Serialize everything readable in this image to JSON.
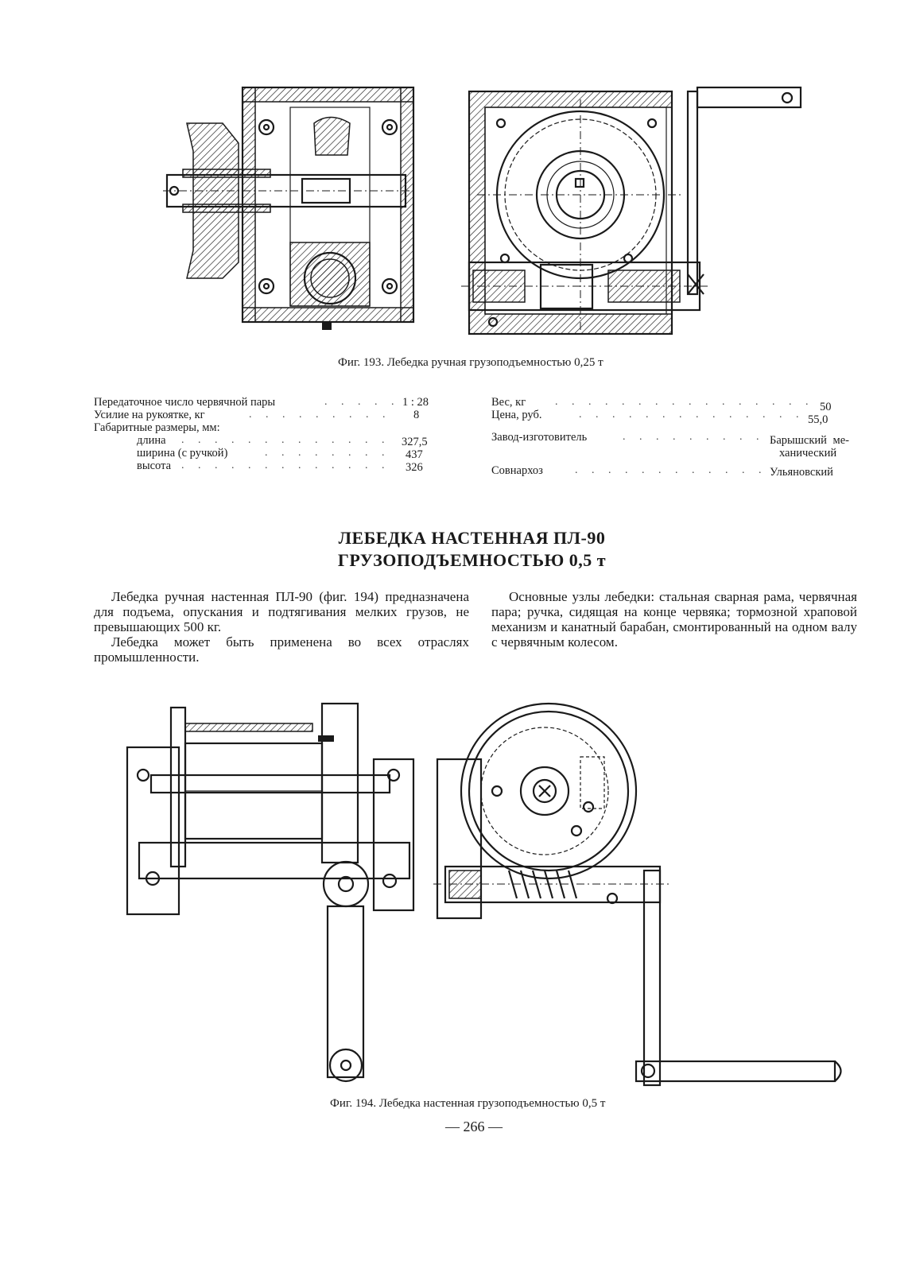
{
  "fig193": {
    "caption": "Фиг. 193. Лебедка ручная грузоподъемностью 0,25 т"
  },
  "specs": {
    "left": [
      {
        "label": "Передаточное число червячной пары",
        "value": "1 : 28"
      },
      {
        "label": "Усилие на рукоятке, кг",
        "value": "8"
      },
      {
        "label": "Габаритные размеры, мм:",
        "value": ""
      },
      {
        "label": "длина",
        "value": "327,5"
      },
      {
        "label": "ширина (с ручкой)",
        "value": "437"
      },
      {
        "label": "высота",
        "value": "326"
      }
    ],
    "right": [
      {
        "label": "Вес, кг",
        "value": "50"
      },
      {
        "label": "Цена, руб.",
        "value": "55,0"
      },
      {
        "label": "Завод-изготовитель",
        "value": "Барышский ме-",
        "value2": "ханический"
      },
      {
        "label": "Совнархоз",
        "value": "Ульяновский"
      }
    ]
  },
  "heading": {
    "line1": "ЛЕБЕДКА НАСТЕННАЯ ПЛ-90",
    "line2": "ГРУЗОПОДЪЕМНОСТЬЮ 0,5 т"
  },
  "body": {
    "left_p1": "Лебедка ручная настенная ПЛ-90 (фиг. 194) предназначена для подъема, опускания и подтягивания мелких грузов, не превышающих 500 кг.",
    "left_p2": "Лебедка может быть применена во всех отраслях промышленности.",
    "right_p1": "Основные узлы лебедки: стальная сварная рама, червячная пара; ручка, сидящая на конце червяка; тормозной храповой механизм и канатный барабан, смонтированный на одном валу с червячным колесом."
  },
  "fig194": {
    "caption": "Фиг. 194. Лебедка настенная грузоподъемностью 0,5 т"
  },
  "page_number": "— 266 —"
}
